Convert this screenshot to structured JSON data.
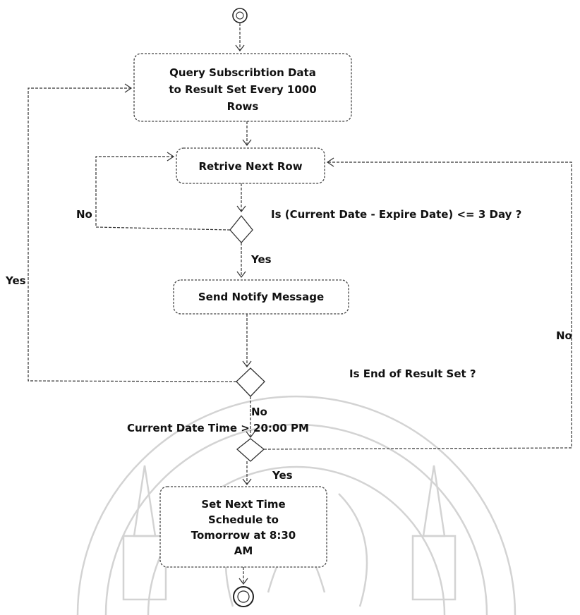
{
  "nodes": {
    "query": [
      "Query Subscribtion Data",
      "to Result Set Every 1000",
      "Rows"
    ],
    "retrive": "Retrive Next Row",
    "send": "Send Notify Message",
    "schedule": [
      "Set Next Time",
      "Schedule to",
      "Tomorrow at 8:30",
      "AM"
    ]
  },
  "conditions": {
    "expire_check": "Is (Current Date - Expire Date) <= 3 Day ?",
    "end_of_set": "Is End of Result Set ?",
    "time_check": "Current Date Time > 20:00 PM"
  },
  "edge_labels": {
    "no_left": "No",
    "yes_expire": "Yes",
    "yes_far_left": "Yes",
    "no_right": "No",
    "no_end": "No",
    "yes_time": "Yes"
  }
}
